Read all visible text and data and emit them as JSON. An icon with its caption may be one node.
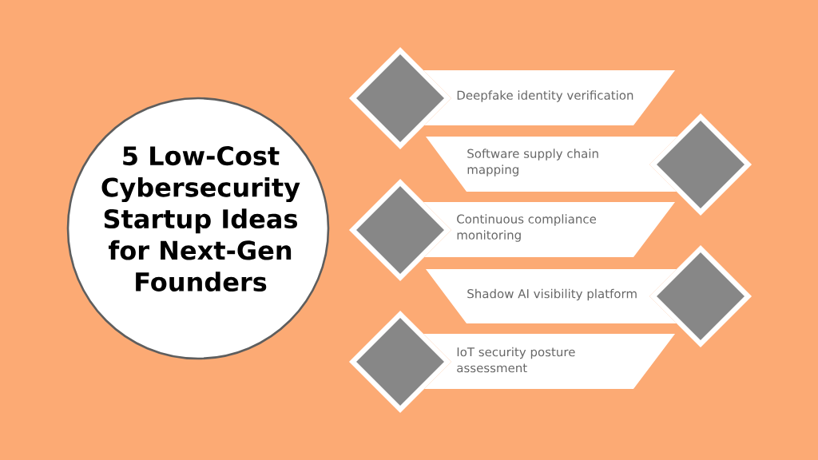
{
  "diagram": {
    "nodes": [
      {
        "text": [
          "5 Low-Cost Cybersecurity Startup Ideas for Next-Gen Founders"
        ]
      },
      {
        "text": [],
        "shape": "diamond"
      },
      {
        "text": [
          "Deepfake identity verification"
        ]
      },
      {
        "text": [
          "Software supply chain mapping"
        ]
      },
      {
        "text": [],
        "shape": "diamond"
      },
      {
        "text": [],
        "shape": "diamond"
      },
      {
        "text": [
          "Continuous compliance monitoring"
        ]
      },
      {
        "text": [
          "Shadow AI visibility platform"
        ]
      },
      {
        "text": [],
        "shape": "diamond"
      },
      {
        "text": [],
        "shape": "diamond"
      },
      {
        "text": [
          "IoT security posture assessment"
        ]
      }
    ]
  }
}
